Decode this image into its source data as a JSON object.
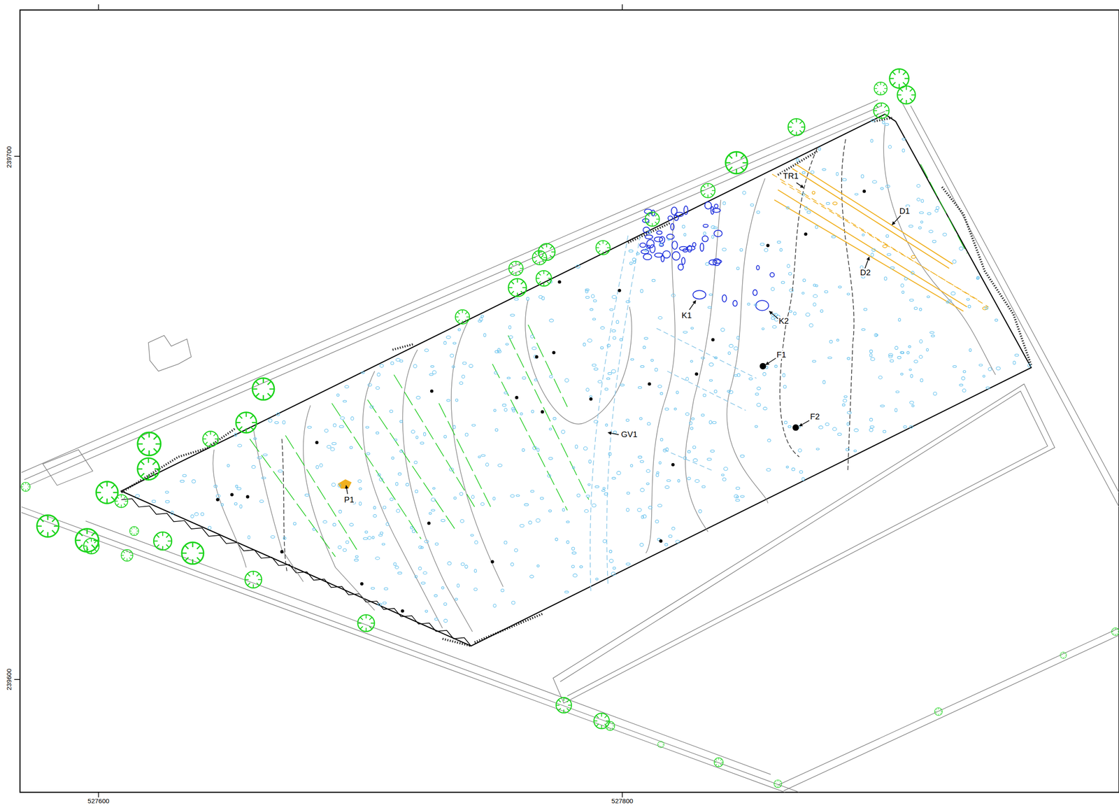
{
  "diagram": {
    "labels": [
      "239700",
      "239600",
      "527600",
      "527800",
      "TR1",
      "D1",
      "D2",
      "K1",
      "K2",
      "F1",
      "F2",
      "GV1",
      "P1"
    ]
  }
}
